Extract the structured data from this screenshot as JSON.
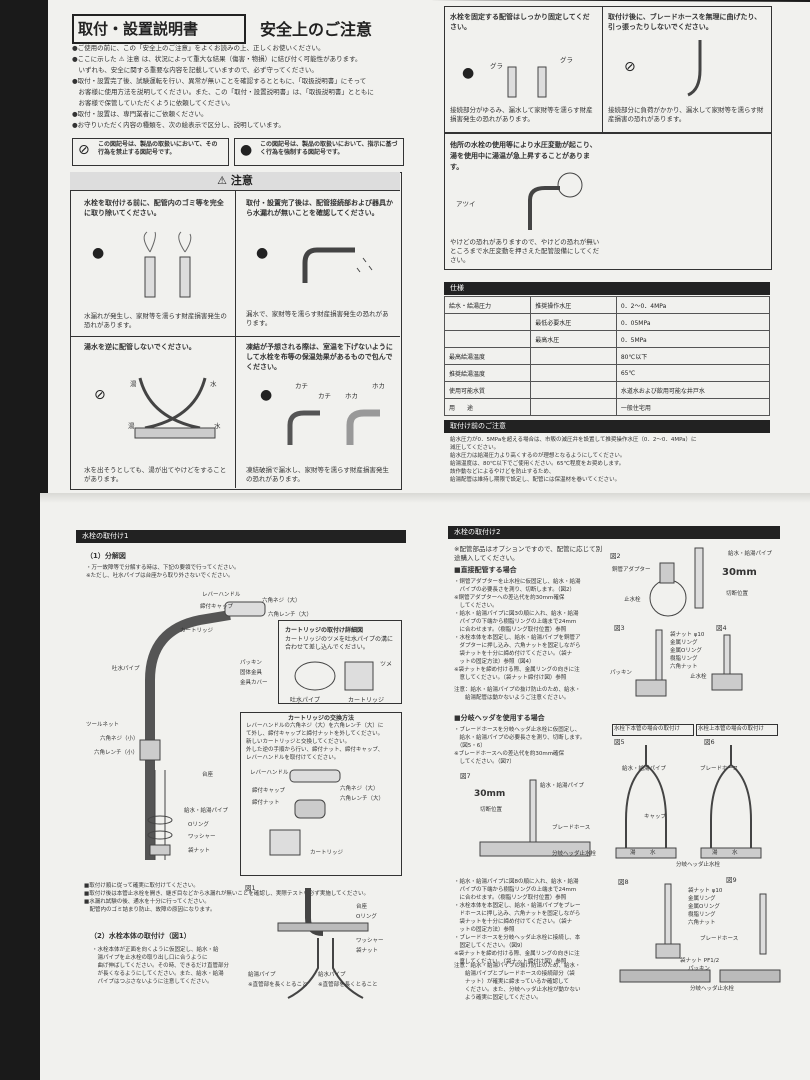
{
  "upper": {
    "title": "取付・設置説明書",
    "subtitle": "安全上のご注意",
    "intro": [
      "●ご使用の前に、この「安全上のご注意」をよくお読みの上、正しくお使いください。",
      "●ここに示した ⚠ 注意 は、状況によって重大な結果（傷害・物損）に結び付く可能性があります。",
      "　いずれも、安全に関する重要な内容を記載していますので、必ず守ってください。",
      "●取付・設置完了後、試験運転を行い、異常が無いことを確認するとともに、「取扱説明書」にそって",
      "　お客様に使用方法を説明してください。また、この「取付・設置説明書」は、「取扱説明書」とともに",
      "　お客様で保管していただくように依頼してください。",
      "●取付・設置は、専門業者にご依頼ください。",
      "●お守りいただく内容の種類を、次の絵表示で区分し、説明しています。"
    ],
    "legend_prohibit": "この図記号は、製品の取扱いにおいて、その行為を禁止する図記号です。",
    "legend_mandatory": "この図記号は、製品の取扱いにおいて、指示に基づく行為を強制する図記号です。",
    "caution_header": "⚠ 注意",
    "cells": [
      {
        "head": "水栓を取付ける前に、配管内のゴミ等を完全に取り除いてください。",
        "body": "水漏れが発生し、家財等を濡らす財産損害発生の恐れがあります。"
      },
      {
        "head": "取付・設置完了後は、配管接続部および器具から水漏れが無いことを確認してください。",
        "body": "漏水で、家財等を濡らす財産損害発生の恐れがあります。"
      },
      {
        "head": "湯水を逆に配管しないでください。",
        "body": "水を出そうとしても、湯が出てやけどをすることがあります。",
        "hot": "湯",
        "cold": "水"
      },
      {
        "head": "凍結が予想される際は、室温を下げないようにして水栓を布等の保温効果があるもので包んでください。",
        "body": "凍結破損で漏水し、家財等を濡らす財産損害発生の恐れがあります。",
        "sfx1": "カチ",
        "sfx2": "カチ",
        "sfx3": "ホカ",
        "sfx4": "ホカ"
      }
    ],
    "right_top": [
      {
        "head": "水栓を固定する配管はしっかり固定してください。",
        "body": "接続部分がゆるみ、漏水して家財等を濡らす財産損害発生の恐れがあります。",
        "sfx": "グラ"
      },
      {
        "head": "取付け後に、ブレードホースを無理に曲げたり、引っ張ったりしないでください。",
        "body": "接続部分に負荷がかかり、漏水して家財等を濡らす財産損害の恐れがあります。"
      }
    ],
    "pressure": {
      "head": "他所の水栓の使用等により水圧変動が起こり、湯を使用中に湯温が急上昇することがあります。",
      "body": "やけどの恐れがありますので、やけどの恐れが無いところまで水圧変動を押さえた配管設備にしてください。",
      "sfx": "アツイ"
    },
    "spec_title": "仕様",
    "spec_rows": [
      [
        "給水・給湯圧力",
        "推奨操作水圧",
        "0．2〜0．4MPa"
      ],
      [
        "",
        "最低必要水圧",
        "0．05MPa"
      ],
      [
        "",
        "最高水圧",
        "0．5MPa"
      ],
      [
        "最高給湯温度",
        "",
        "80℃以下"
      ],
      [
        "推奨給湯温度",
        "",
        "65℃"
      ],
      [
        "使用可能水質",
        "",
        "水道水および飲用可能な井戸水"
      ],
      [
        "用　　途",
        "",
        "一般住宅用"
      ]
    ],
    "precaution_title": "取付け前のご注意",
    "precaution_lines": [
      "給水圧力が0．5MPaを超える場合は、市販の減圧弁を設置して推奨操作水圧（0．2〜0．4MPa）に",
      "減圧してください。",
      "給水圧力は給湯圧力より高くするのが理想となるようにしてください。",
      "給湯温度は、80℃以下でご使用ください。65℃程度をお奨めします。",
      "該作動などによるやけどを防止するため、",
      "給湯配管は維持し期限で設定し、配管には保温材を巻いてください。"
    ]
  },
  "lower_left": {
    "title": "水栓の取付け1",
    "sec1": "（1）分解図",
    "sec1_note": [
      "・万一故障等で分解する時は、下記の要領で行ってください。",
      "※ただし、吐水パイプは台座から取り外さないでください。"
    ],
    "labels": [
      "レバーハンドル",
      "締付キャップ",
      "六角ネジ（大）",
      "六角レンチ（大）",
      "カートリッジ",
      "吐水パイプ",
      "パッキン",
      "固体金具",
      "金具カバー",
      "ツールネット",
      "六角ネジ（小）",
      "六角レンチ（小）",
      "台座",
      "給水・給湯パイプ",
      "Oリング",
      "ワッシャー",
      "袋ナット"
    ],
    "cartridge_title": "カートリッジの取付け詳細図",
    "cartridge_text": "カートリッジのツメを吐水パイプの溝に合わせて差し込んでください。",
    "cartridge_labels": [
      "ツメ",
      "吐水パイプ",
      "カートリッジ"
    ],
    "swap_title": "カートリッジの交換方法",
    "swap_text": [
      "レバーハンドルの六角ネジ（大）を六角レンチ（大）に",
      "て外し、締付キャップと締付ナットを外してください。",
      "新しいカートリッジと交換してください。",
      "外した逆の手順から行い、締付ナット、締付キャップ、",
      "レバーハンドルを取付けてください。"
    ],
    "swap_labels": [
      "レバーハンドル",
      "締付キャップ",
      "締付ナット",
      "六角ネジ（大）",
      "六角レンチ（大）",
      "カートリッジ"
    ],
    "notes": [
      "■取付け順に従って確実に取付けてください。",
      "■取付け後は本管止水栓を開き、継ぎ目などから水漏れが無いことを確認し、実際テストを必ず実施してください。",
      "■水漏れ試験の後、通水を十分に行ってください。",
      "　配管内のゴミ詰まり防止、故障の原因になります。"
    ],
    "sec2": "（2）水栓本体の取付け（図1）",
    "sec2_text": [
      "・水栓本体が正面を向くように仮固定し、給水・給",
      "　湯パイプを止水栓の取り出し口に合うように",
      "　曲げ伸ばしてください。その時、できるだけ直管部分",
      "　が長くなるようにしてください。また、給水・給湯",
      "　パイプはつぶさないように注意してください。"
    ],
    "fig1": "図1",
    "fig1_labels": [
      "台座",
      "Oリング",
      "ワッシャー",
      "袋ナット",
      "給湯パイプ",
      "給水パイプ"
    ],
    "fig1_notes": [
      "※直管部を長くとること",
      "※直管部を長くとること"
    ]
  },
  "lower_right": {
    "title": "水栓の取付け2",
    "intro": [
      "※配管部品はオプションですので、配管に応じて別途購入してください。"
    ],
    "direct": "■直接配管する場合",
    "direct_text": [
      "・銅管アダプターを止水栓に仮固定し、給水・給湯",
      "　パイプの必要長さを測り、切断します。（図2）",
      "※銅管アダプターへの差込代を約30mm確保",
      "　してください。",
      "・給水・給湯パイプに図3の順に入れ、給水・給湯",
      "　パイプの下端から樹脂リングの上端まで24mm",
      "　に合わせます。（樹脂リング取付位置）参照",
      "・水栓本体を本固定し、給水・給湯パイプを銅管ア",
      "　ダプターに押し込み、六角ナットを固定しながら",
      "　袋ナットを十分に締め付けてください。（袋ナ",
      "　ットの固定方法）参照（図4）",
      "※袋ナットを締め付ける際、金属リングの向きに注",
      "　意してください。（袋ナット締付け図）参照"
    ],
    "note1": [
      "注意：給水・給湯パイプの抜け防止のため、給水・",
      "　　給湯配管は動かないようご注意ください。"
    ],
    "fig2": "図2",
    "fig2_labels": [
      "給水・給湯パイプ",
      "銅管アダプター",
      "止水栓",
      "切断位置"
    ],
    "dim30": "30mm",
    "fig3": "図3",
    "fig3_labels": [
      "袋ナット φ10",
      "金属リング",
      "金属Oリング",
      "樹脂リング",
      "六角ナット",
      "パッキン",
      "止水栓"
    ],
    "fig4": "図4",
    "branch": "■分岐ヘッダを使用する場合",
    "branch_text": [
      "・ブレードホースを分岐ヘッダ止水栓に仮固定し、",
      "　給水・給湯パイプの必要長さを測り、切断します。",
      "　（図5・6）",
      "※ブレードホースへの差込代を約30mm確保",
      "　してください。（図7）"
    ],
    "fig5": "図5",
    "fig5_caption": "水栓下本管の場合の取付け",
    "fig6": "図6",
    "fig6_caption": "水栓上本管の場合の取付け",
    "fig7": "図7",
    "fig7_labels": [
      "給水・給湯パイプ",
      "切断位置",
      "ブレードホース",
      "分岐ヘッダ止水栓"
    ],
    "dim30b": "30mm",
    "fig56_labels": [
      "キャップ",
      "湯",
      "水",
      "分岐ヘッダ止水栓",
      "給水・給湯パイプ",
      "ブレードホース"
    ],
    "fig8": "図8",
    "fig9": "図9",
    "fig8_labels": [
      "袋ナット φ10",
      "金属リング",
      "金属Oリング",
      "樹脂リング",
      "六角ナット",
      "ブレードホース",
      "袋ナット PF1/2",
      "パッキン",
      "分岐ヘッダ止水栓"
    ],
    "branch_text2": [
      "・給水・給湯パイプに図8の順に入れ、給水・給湯",
      "　パイプの下端から樹脂リングの上端まで24mm",
      "　に合わせます。（樹脂リング取付位置）参照",
      "・水栓本体を本固定し、給水・給湯パイプをブレー",
      "　ドホースに押し込み、六角ナットを固定しながら",
      "　袋ナットを十分に締め付けてください。（袋ナ",
      "　ットの固定方法）参照",
      "・ブレードホースを分岐ヘッダ止水栓に接続し、本",
      "　固定してください。（図9）",
      "※袋ナットを締め付ける際、金属リングの向きに注",
      "　意してください。（袋ナット締付け図）参照"
    ],
    "note2": [
      "注意：給水・給湯パイプの抜け防止のため、給水・",
      "　　給湯パイプとブレードホースの接続部分（袋",
      "　　ナット）が確実に締まっているか確認して",
      "　　ください。また、分岐ヘッダ止水栓が動かない",
      "　　よう確実に固定してください。"
    ]
  }
}
